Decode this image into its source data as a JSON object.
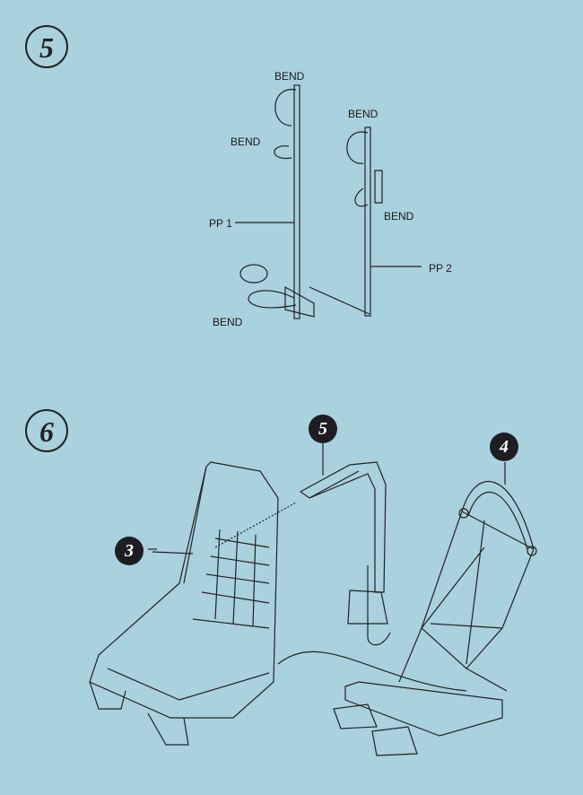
{
  "steps": [
    {
      "number": "5"
    },
    {
      "number": "6"
    }
  ],
  "step5": {
    "labels": {
      "bend_top_pp1": "BEND",
      "bend_mid_pp1": "BEND",
      "bend_bottom_pp1": "BEND",
      "bend_top_pp2": "BEND",
      "bend_mid_pp2": "BEND",
      "pp1": "PP 1",
      "pp2": "PP 2"
    }
  },
  "step6": {
    "callouts": [
      "3",
      "5",
      "4"
    ]
  }
}
